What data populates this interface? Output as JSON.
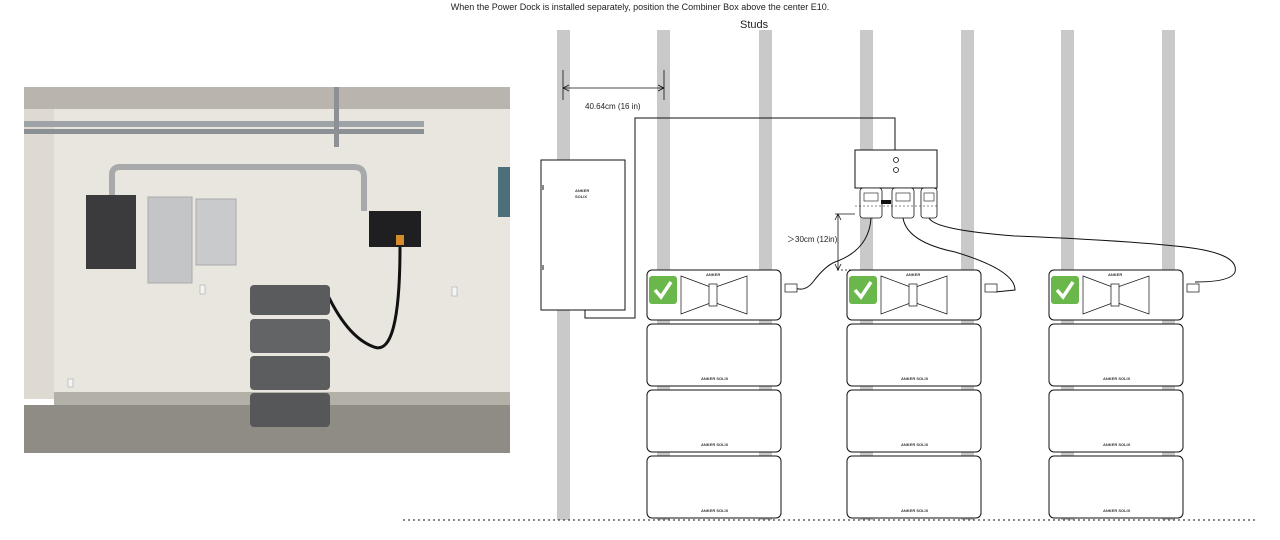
{
  "caption": "When the Power Dock is installed separately, position the  Combiner Box above the center E10.",
  "studs_label": "Studs",
  "stud_spacing_label": "40.64cm (16 in)",
  "clearance_label": "＞30cm (12in)",
  "brand_primary": "ANKER",
  "brand_secondary": "SOLIX",
  "module_brand": "ANKER SOLIX",
  "colors": {
    "stud": "#c9c9c9",
    "check": "#6ab74b",
    "line": "#1a1a1a"
  },
  "icons": [
    "check-mark-icon"
  ]
}
